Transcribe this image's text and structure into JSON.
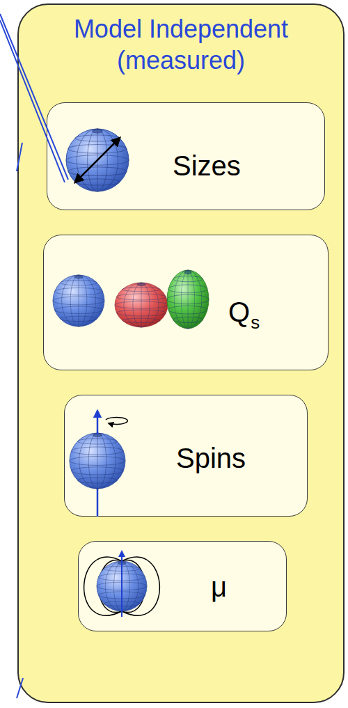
{
  "diagram": {
    "nodes": [
      {
        "text": [
          "Model Independent (measured)"
        ]
      },
      {
        "text": [
          "Sizes"
        ],
        "in": 0
      },
      {
        "text": [
          "Q",
          "s"
        ],
        "in": 0
      },
      {
        "text": [
          "Spins"
        ],
        "in": 0
      },
      {
        "text": [
          "μ"
        ],
        "in": 0
      }
    ]
  }
}
